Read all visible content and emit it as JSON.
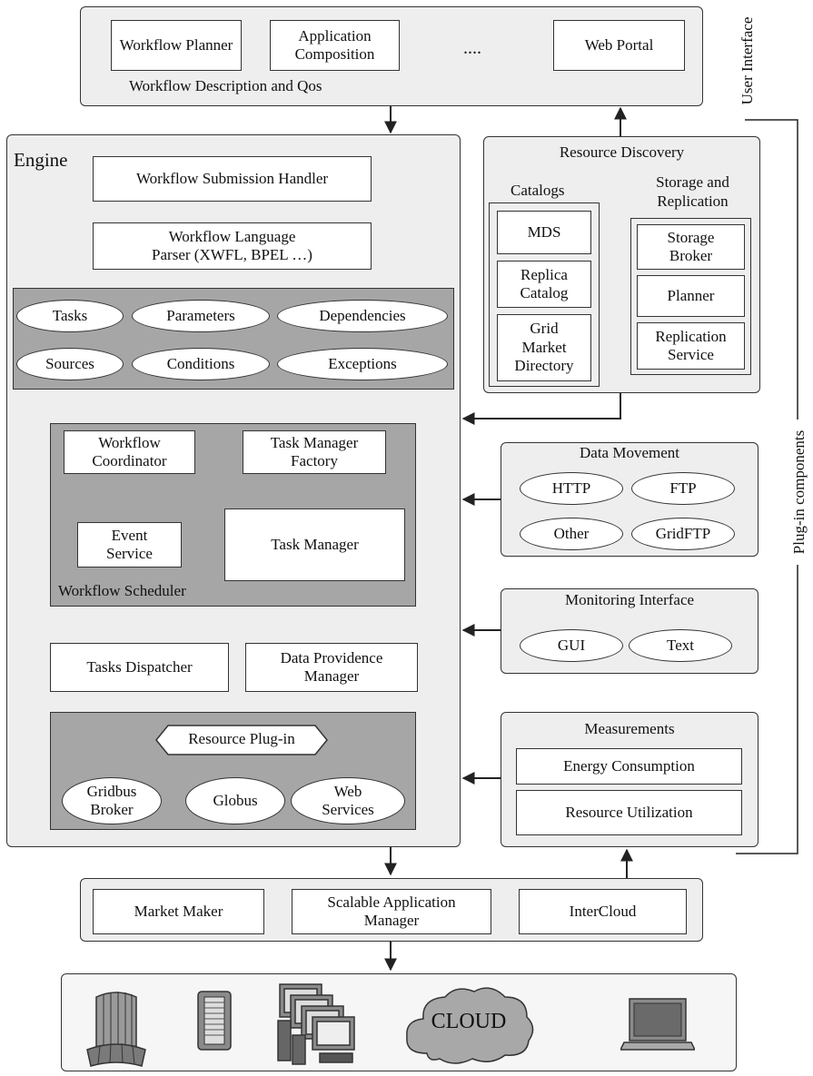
{
  "user_interface": {
    "side_label": "User Interface",
    "items": [
      "Workflow Planner",
      "Application Composition",
      "....",
      "Web Portal"
    ],
    "caption": "Workflow Description and Qos"
  },
  "engine": {
    "title": "Engine",
    "submission_handler": "Workflow Submission Handler",
    "language_parser": "Workflow Language Parser (XWFL, BPEL …)",
    "elements": [
      "Tasks",
      "Parameters",
      "Dependencies",
      "Sources",
      "Conditions",
      "Exceptions"
    ],
    "scheduler": {
      "caption": "Workflow Scheduler",
      "coordinator": "Workflow Coordinator",
      "factory": "Task Manager Factory",
      "event_service": "Event Service",
      "task_manager": "Task Manager"
    },
    "tasks_dispatcher": "Tasks Dispatcher",
    "data_provenance": "Data Providence Manager",
    "resource_plugin": {
      "title": "Resource Plug-in",
      "targets": [
        "Gridbus Broker",
        "Globus",
        "Web Services"
      ]
    }
  },
  "resource_discovery": {
    "title": "Resource Discovery",
    "catalogs_label": "Catalogs",
    "catalogs": [
      "MDS",
      "Replica Catalog",
      "Grid Market Directory"
    ],
    "storage_label": "Storage and Replication",
    "storage": [
      "Storage Broker",
      "Planner",
      "Replication Service"
    ]
  },
  "plugin_components_label": "Plug-in components",
  "data_movement": {
    "title": "Data Movement",
    "protocols": [
      "HTTP",
      "FTP",
      "Other",
      "GridFTP"
    ]
  },
  "monitoring": {
    "title": "Monitoring Interface",
    "modes": [
      "GUI",
      "Text"
    ]
  },
  "measurements": {
    "title": "Measurements",
    "metrics": [
      "Energy Consumption",
      "Resource Utilization"
    ]
  },
  "middleware": [
    "Market Maker",
    "Scalable Application Manager",
    "InterCloud"
  ],
  "infrastructure": {
    "cloud_label": "CLOUD"
  }
}
